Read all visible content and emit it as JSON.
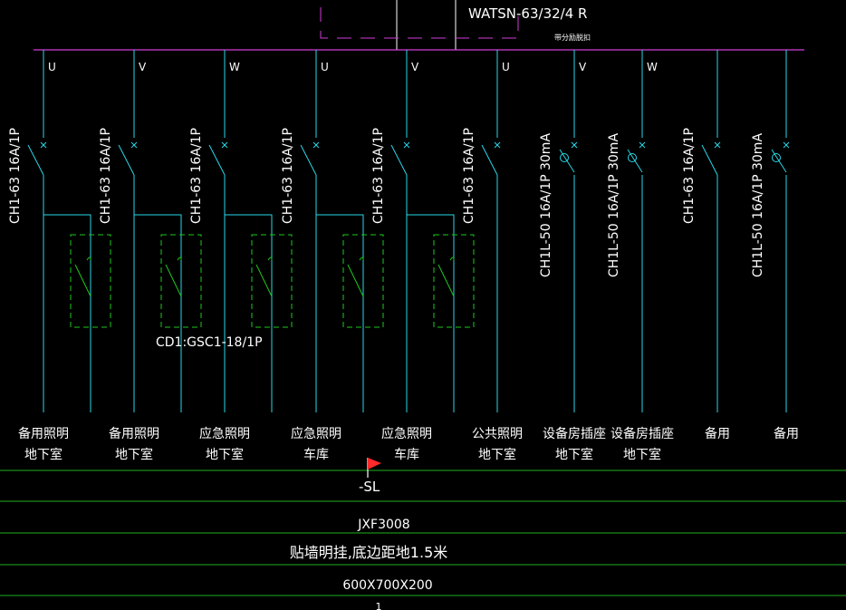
{
  "colors": {
    "background": "#000000",
    "wire": "#27d7e8",
    "bus": "#d23cd8",
    "component_green": "#1ec81e",
    "border_green": "#20b020",
    "text": "#ffffff",
    "flag": "#ff2a2a"
  },
  "top": {
    "model": "WATSN-63/32/4 R",
    "note": "带分励脱扣"
  },
  "circuits": [
    {
      "phase": "U",
      "breaker": "CH1-63 16A/1P",
      "rcd": false,
      "contactor": true,
      "label_line1": "备用照明",
      "label_line2": "地下室"
    },
    {
      "phase": "V",
      "breaker": "CH1-63 16A/1P",
      "rcd": false,
      "contactor": true,
      "label_line1": "备用照明",
      "label_line2": "地下室"
    },
    {
      "phase": "W",
      "breaker": "CH1-63 16A/1P",
      "rcd": false,
      "contactor": true,
      "label_line1": "应急照明",
      "label_line2": "地下室"
    },
    {
      "phase": "U",
      "breaker": "CH1-63 16A/1P",
      "rcd": false,
      "contactor": true,
      "label_line1": "应急照明",
      "label_line2": "车库"
    },
    {
      "phase": "V",
      "breaker": "CH1-63 16A/1P",
      "rcd": false,
      "contactor": true,
      "label_line1": "应急照明",
      "label_line2": "车库"
    },
    {
      "phase": "U",
      "breaker": "CH1-63 16A/1P",
      "rcd": false,
      "contactor": false,
      "label_line1": "公共照明",
      "label_line2": "地下室"
    },
    {
      "phase": "V",
      "breaker": "CH1L-50 16A/1P 30mA",
      "rcd": true,
      "contactor": false,
      "label_line1": "设备房插座",
      "label_line2": "地下室"
    },
    {
      "phase": "W",
      "breaker": "CH1L-50 16A/1P 30mA",
      "rcd": true,
      "contactor": false,
      "label_line1": "设备房插座",
      "label_line2": "地下室"
    },
    {
      "phase": "",
      "breaker": "CH1-63 16A/1P",
      "rcd": false,
      "contactor": false,
      "label_line1": "备用",
      "label_line2": ""
    },
    {
      "phase": "",
      "breaker": "CH1L-50 16A/1P 30mA",
      "rcd": true,
      "contactor": false,
      "label_line1": "备用",
      "label_line2": ""
    }
  ],
  "contactor_label": "CD1:GSC1-18/1P",
  "footer": {
    "sl": "-SL",
    "model": "JXF3008",
    "install": "贴墙明挂,底边距地1.5米",
    "size": "600X700X200",
    "bottom": "1"
  }
}
